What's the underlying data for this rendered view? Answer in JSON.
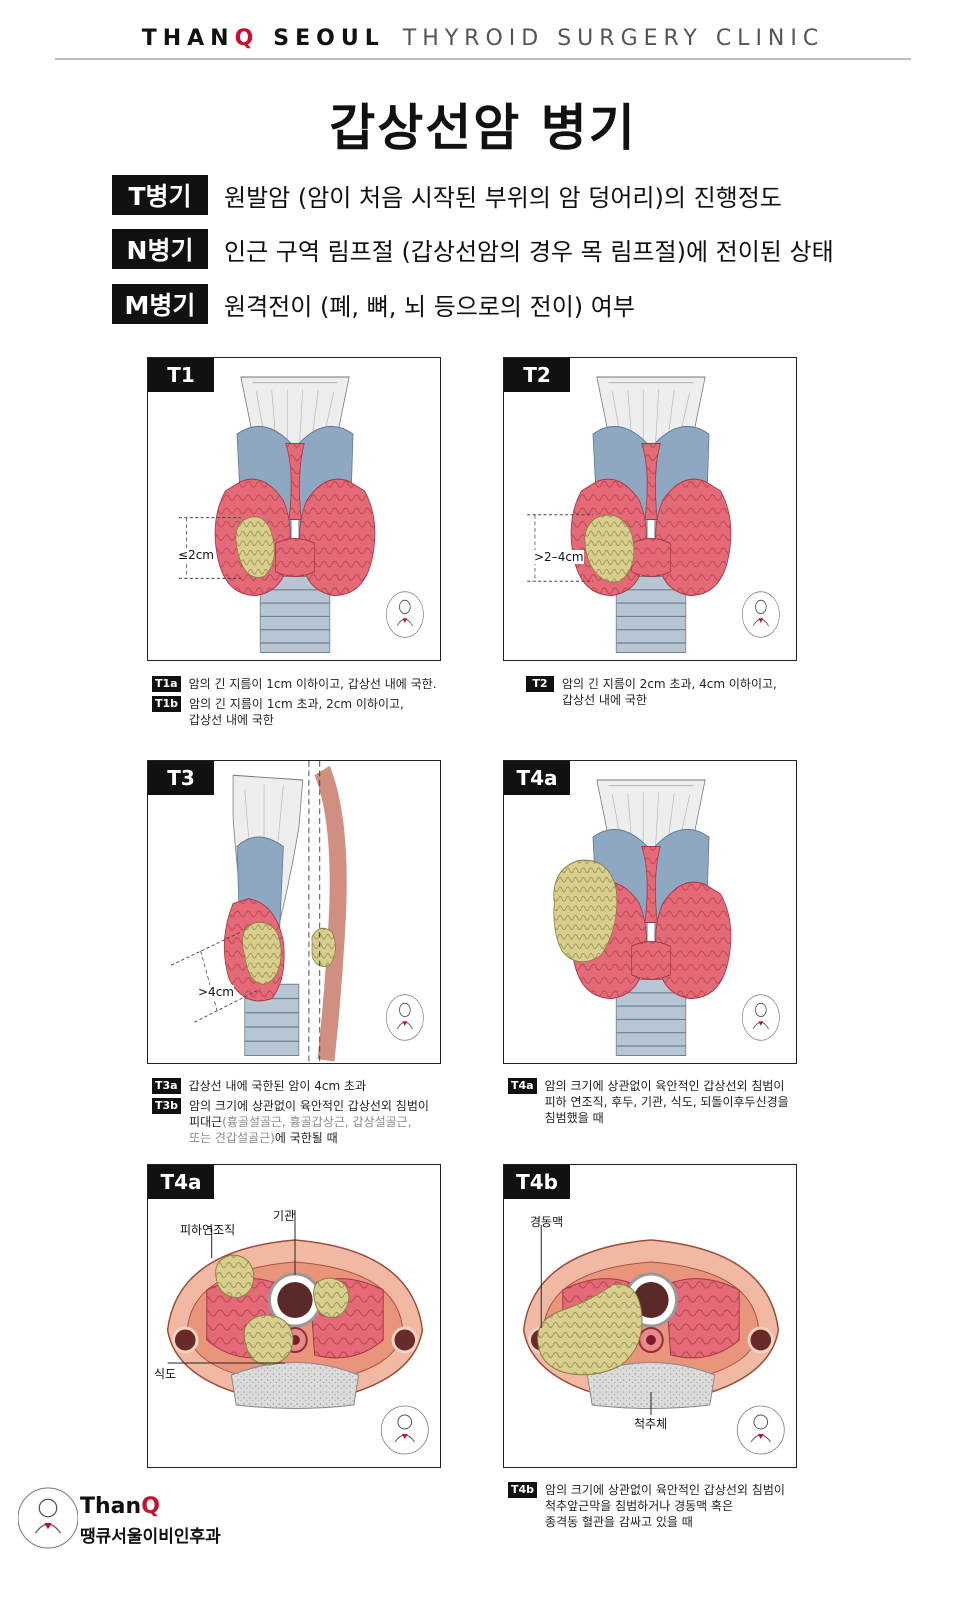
{
  "header": {
    "part1": "THAN",
    "part_q": "Q",
    "part2": "SEOUL",
    "part3": "THYROID SURGERY CLINIC"
  },
  "title": "갑상선암 병기",
  "definitions": [
    {
      "badge": "T병기",
      "text": "원발암 (암이 처음 시작된 부위의 암 덩어리)의 진행정도"
    },
    {
      "badge": "N병기",
      "text": "인근 구역 림프절 (갑상선암의 경우 목 림프절)에 전이된 상태"
    },
    {
      "badge": "M병기",
      "text": "원격전이 (폐, 뼈, 뇌 등으로의 전이) 여부"
    }
  ],
  "panels": [
    {
      "label": "T1",
      "measure": "≤2cm"
    },
    {
      "label": "T2",
      "measure": ">2–4cm"
    },
    {
      "label": "T3",
      "measure": ">4cm"
    },
    {
      "label": "T4a"
    },
    {
      "label": "T4a",
      "labels": {
        "trachea": "기관",
        "subcutaneous": "피하연조직",
        "esophagus": "식도"
      }
    },
    {
      "label": "T4b",
      "labels": {
        "carotid": "경동맥",
        "vertebra": "척추체"
      }
    }
  ],
  "captions": {
    "t1": [
      {
        "tag": "T1a",
        "text": "암의 긴 지름이 1cm 이하이고, 갑상선 내에 국한."
      },
      {
        "tag": "T1b",
        "text1": "암의 긴 지름이 1cm 초과, 2cm 이하이고,",
        "text2": "갑상선 내에 국한"
      }
    ],
    "t2": {
      "tag": "T2",
      "text1": "암의 긴 지름이 2cm 초과, 4cm 이하이고,",
      "text2": "갑상선 내에 국한"
    },
    "t3": [
      {
        "tag": "T3a",
        "text": "갑상선 내에 국한된 암이 4cm 초과"
      },
      {
        "tag": "T3b",
        "text1": "암의 크기에 상관없이 육안적인 갑상선외 침범이",
        "text2a": "피대근",
        "text2b": "(흉골설골근, 흉골갑상근, 갑상설골근,",
        "text3a": "또는 견갑설골근)",
        "text3b": "에 국한될 때"
      }
    ],
    "t4a": {
      "tag": "T4a",
      "text1": "암의 크기에 상관없이 육안적인 갑상선외 침범이",
      "text2": "피하 연조직, 후두, 기관, 식도, 되돌이후두신경을",
      "text3": "침범했을 때"
    },
    "t4b": {
      "tag": "T4b",
      "text1": "암의 크기에 상관없이 육안적인 갑상선외 침범이",
      "text2": "척추앞근막을 침범하거나 경동맥 혹은",
      "text3": "종격동 혈관을 감싸고 있을 때"
    }
  },
  "logo": {
    "name_a": "Than",
    "name_q": "Q",
    "sub": "땡큐서울이비인후과"
  },
  "colors": {
    "tissue": "#e56a78",
    "cartilage": "#8fa8c2",
    "tumor": "#d8cf8e",
    "accent": "#c8102e"
  }
}
